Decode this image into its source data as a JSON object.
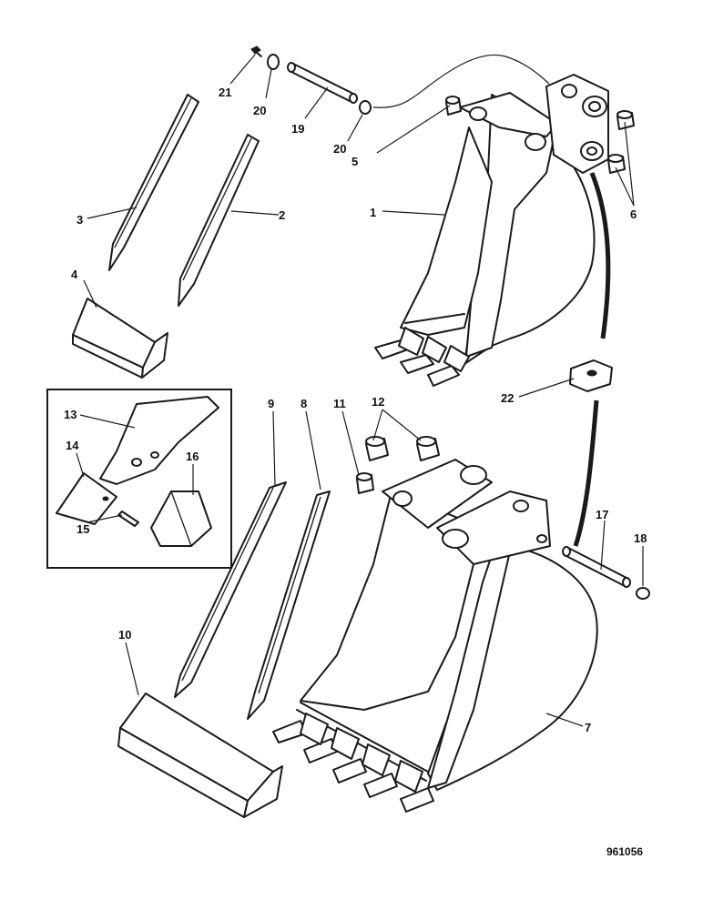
{
  "figure": {
    "reference_number": "961056",
    "callouts": [
      {
        "id": "c1",
        "label": "1"
      },
      {
        "id": "c2",
        "label": "2"
      },
      {
        "id": "c3",
        "label": "3"
      },
      {
        "id": "c4",
        "label": "4"
      },
      {
        "id": "c5",
        "label": "5"
      },
      {
        "id": "c6",
        "label": "6"
      },
      {
        "id": "c7",
        "label": "7"
      },
      {
        "id": "c8",
        "label": "8"
      },
      {
        "id": "c9",
        "label": "9"
      },
      {
        "id": "c10",
        "label": "10"
      },
      {
        "id": "c11",
        "label": "11"
      },
      {
        "id": "c12",
        "label": "12"
      },
      {
        "id": "c13",
        "label": "13"
      },
      {
        "id": "c14",
        "label": "14"
      },
      {
        "id": "c15",
        "label": "15"
      },
      {
        "id": "c16",
        "label": "16"
      },
      {
        "id": "c17",
        "label": "17"
      },
      {
        "id": "c18",
        "label": "18"
      },
      {
        "id": "c19",
        "label": "19"
      },
      {
        "id": "c20a",
        "label": "20"
      },
      {
        "id": "c20b",
        "label": "20"
      },
      {
        "id": "c21",
        "label": "21"
      },
      {
        "id": "c22",
        "label": "22"
      }
    ]
  }
}
